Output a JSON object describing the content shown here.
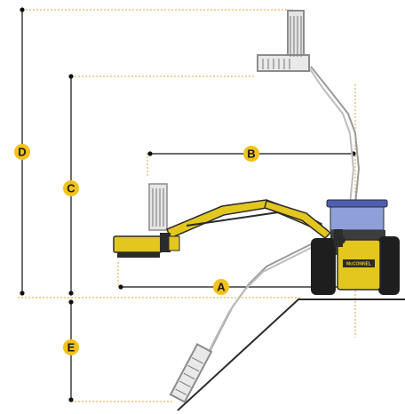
{
  "diagram": {
    "labels": {
      "a": "A",
      "b": "B",
      "c": "C",
      "d": "D",
      "e": "E"
    },
    "brand_plate": "McCONNEL",
    "colors": {
      "marker_fill": "#f2c21a",
      "marker_text": "#1a1a1a",
      "guide_line": "#e8a23a",
      "dimension_line": "#111111",
      "machine_yellow": "#e3c71e",
      "machine_dark": "#2b2b2b",
      "ghost_arm": "#9a9a9a",
      "cab_glass": "#4e5fb0"
    }
  }
}
